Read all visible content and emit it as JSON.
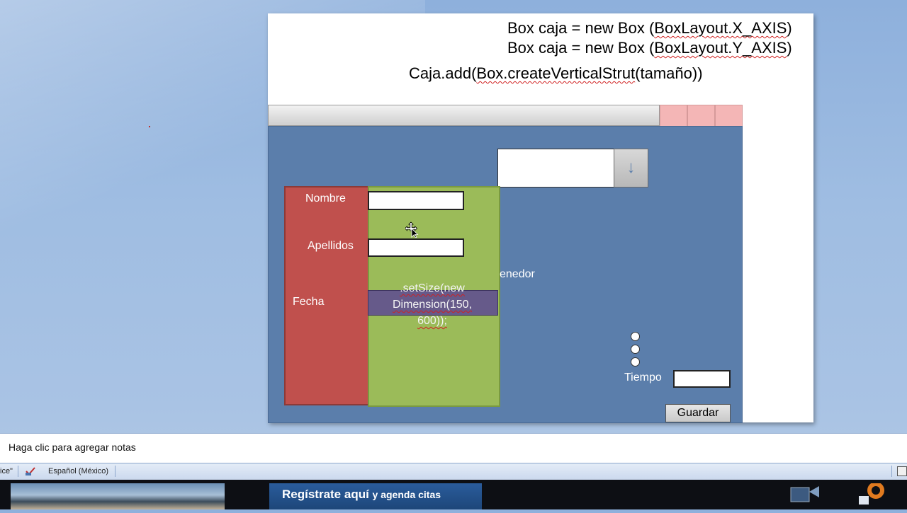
{
  "slide": {
    "code_line_1": {
      "prefix": "Box caja = new Box (",
      "link": "BoxLayout.X_AXIS",
      "suffix": ")"
    },
    "code_line_2": {
      "prefix": "Box caja = new Box (",
      "link": "BoxLayout.Y_AXIS",
      "suffix": ")"
    },
    "code_line_3": {
      "prefix": "Caja.add(",
      "link": "Box.createVerticalStrut",
      "suffix": "(tamaño))"
    }
  },
  "window": {
    "combo_arrow": "↓",
    "labels": {
      "nombre": "Nombre",
      "apellidos": "Apellidos",
      "fecha": "Fecha",
      "contenedor_fragment": "enedor",
      "tiempo": "Tiempo"
    },
    "set_size_note": ".setSize(new Dimension(150, 600));",
    "guardar_button": "Guardar"
  },
  "notes_placeholder": "Haga clic para agregar notas",
  "statusbar": {
    "left_fragment": "ice\"",
    "language": "Español (México)"
  },
  "taskbar": {
    "ad_text_bold": "Regístrate aquí",
    "ad_text_rest": "y agenda citas"
  },
  "colors": {
    "frame_blue": "#5b7eab",
    "red_panel": "#c0504d",
    "green_panel": "#9bbb59",
    "purple_bar": "#665a8a",
    "window_buttons": "#f4b6b6"
  }
}
